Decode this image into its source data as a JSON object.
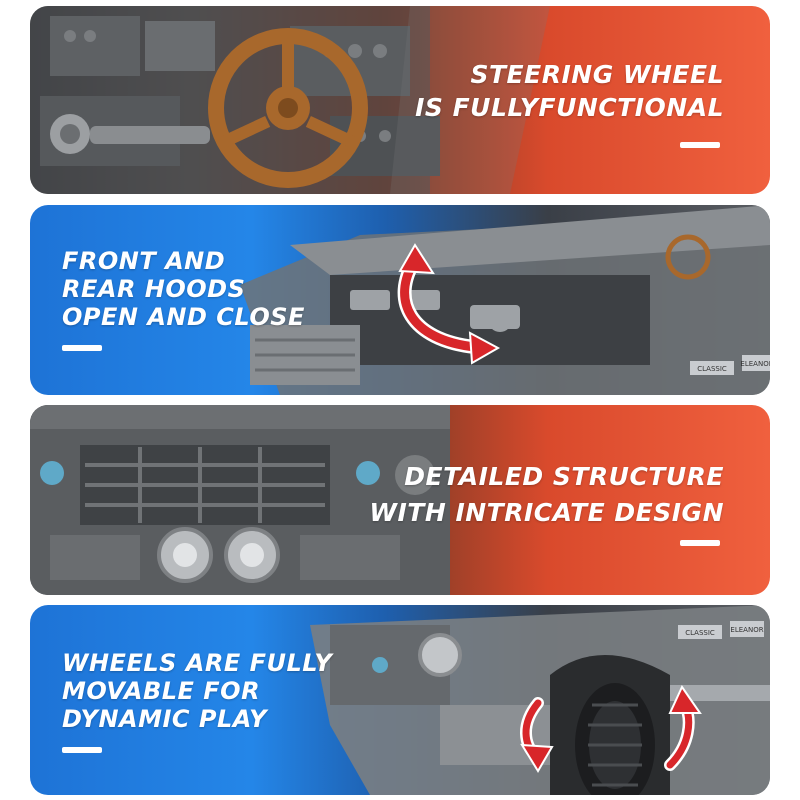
{
  "panels": [
    {
      "caption": [
        "STEERING WHEEL",
        "IS FULLYFUNCTIONAL"
      ],
      "align": "right",
      "theme": "orange"
    },
    {
      "caption": [
        "FRONT AND",
        "REAR HOODS",
        "OPEN AND CLOSE"
      ],
      "align": "left",
      "theme": "blue"
    },
    {
      "caption": [
        "DETAILED STRUCTURE",
        "WITH INTRICATE DESIGN"
      ],
      "align": "right",
      "theme": "orange"
    },
    {
      "caption": [
        "WHEELS ARE FULLY",
        "MOVABLE FOR",
        "DYNAMIC PLAY"
      ],
      "align": "left",
      "theme": "blue"
    }
  ],
  "badge_text": [
    "CLASSIC",
    "ELEANOR"
  ],
  "colors": {
    "orange_accent": "#f0603e",
    "blue_accent": "#2486e8",
    "arrow_red": "#d8262a",
    "steering_brown": "#a8682c",
    "model_gray": "#6f7377"
  },
  "icons": [
    "steering-wheel-icon",
    "curved-arrow-icon",
    "headlight-icon",
    "wheel-icon"
  ]
}
